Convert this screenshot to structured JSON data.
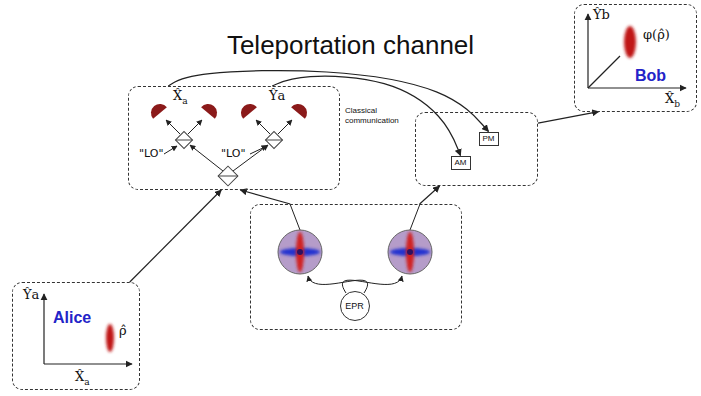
{
  "diagram": {
    "title": "Teleportation channel",
    "nodes": [
      {
        "text": [
          "Ŷa",
          "ρ̂",
          "X̂a",
          "Alice"
        ]
      },
      {
        "text": [
          "X̂a",
          "Ŷa",
          "\"LO\"",
          "\"LO\""
        ]
      },
      {
        "text": []
      },
      {
        "text": [
          "AM"
        ],
        "in": 2
      },
      {
        "text": [
          "PM"
        ],
        "in": 2
      },
      {
        "text": []
      },
      {
        "text": [
          "EPR"
        ],
        "in": 5
      },
      {
        "text": [
          "Ŷb",
          "φ(ρ̂)",
          "X̂b",
          "Bob"
        ]
      }
    ],
    "edges": [
      {
        "from": 0,
        "to": 1,
        "arrow": "to"
      },
      {
        "from": 1,
        "to": 4,
        "arrow": "to"
      },
      {
        "from": 1,
        "to": 3,
        "arrow": "to"
      },
      {
        "from": 5,
        "to": 1,
        "arrow": "to"
      },
      {
        "from": 5,
        "to": 2,
        "arrow": "to"
      },
      {
        "from": 2,
        "to": 7,
        "arrow": "to"
      }
    ],
    "labels": [
      "Classical communication"
    ]
  }
}
